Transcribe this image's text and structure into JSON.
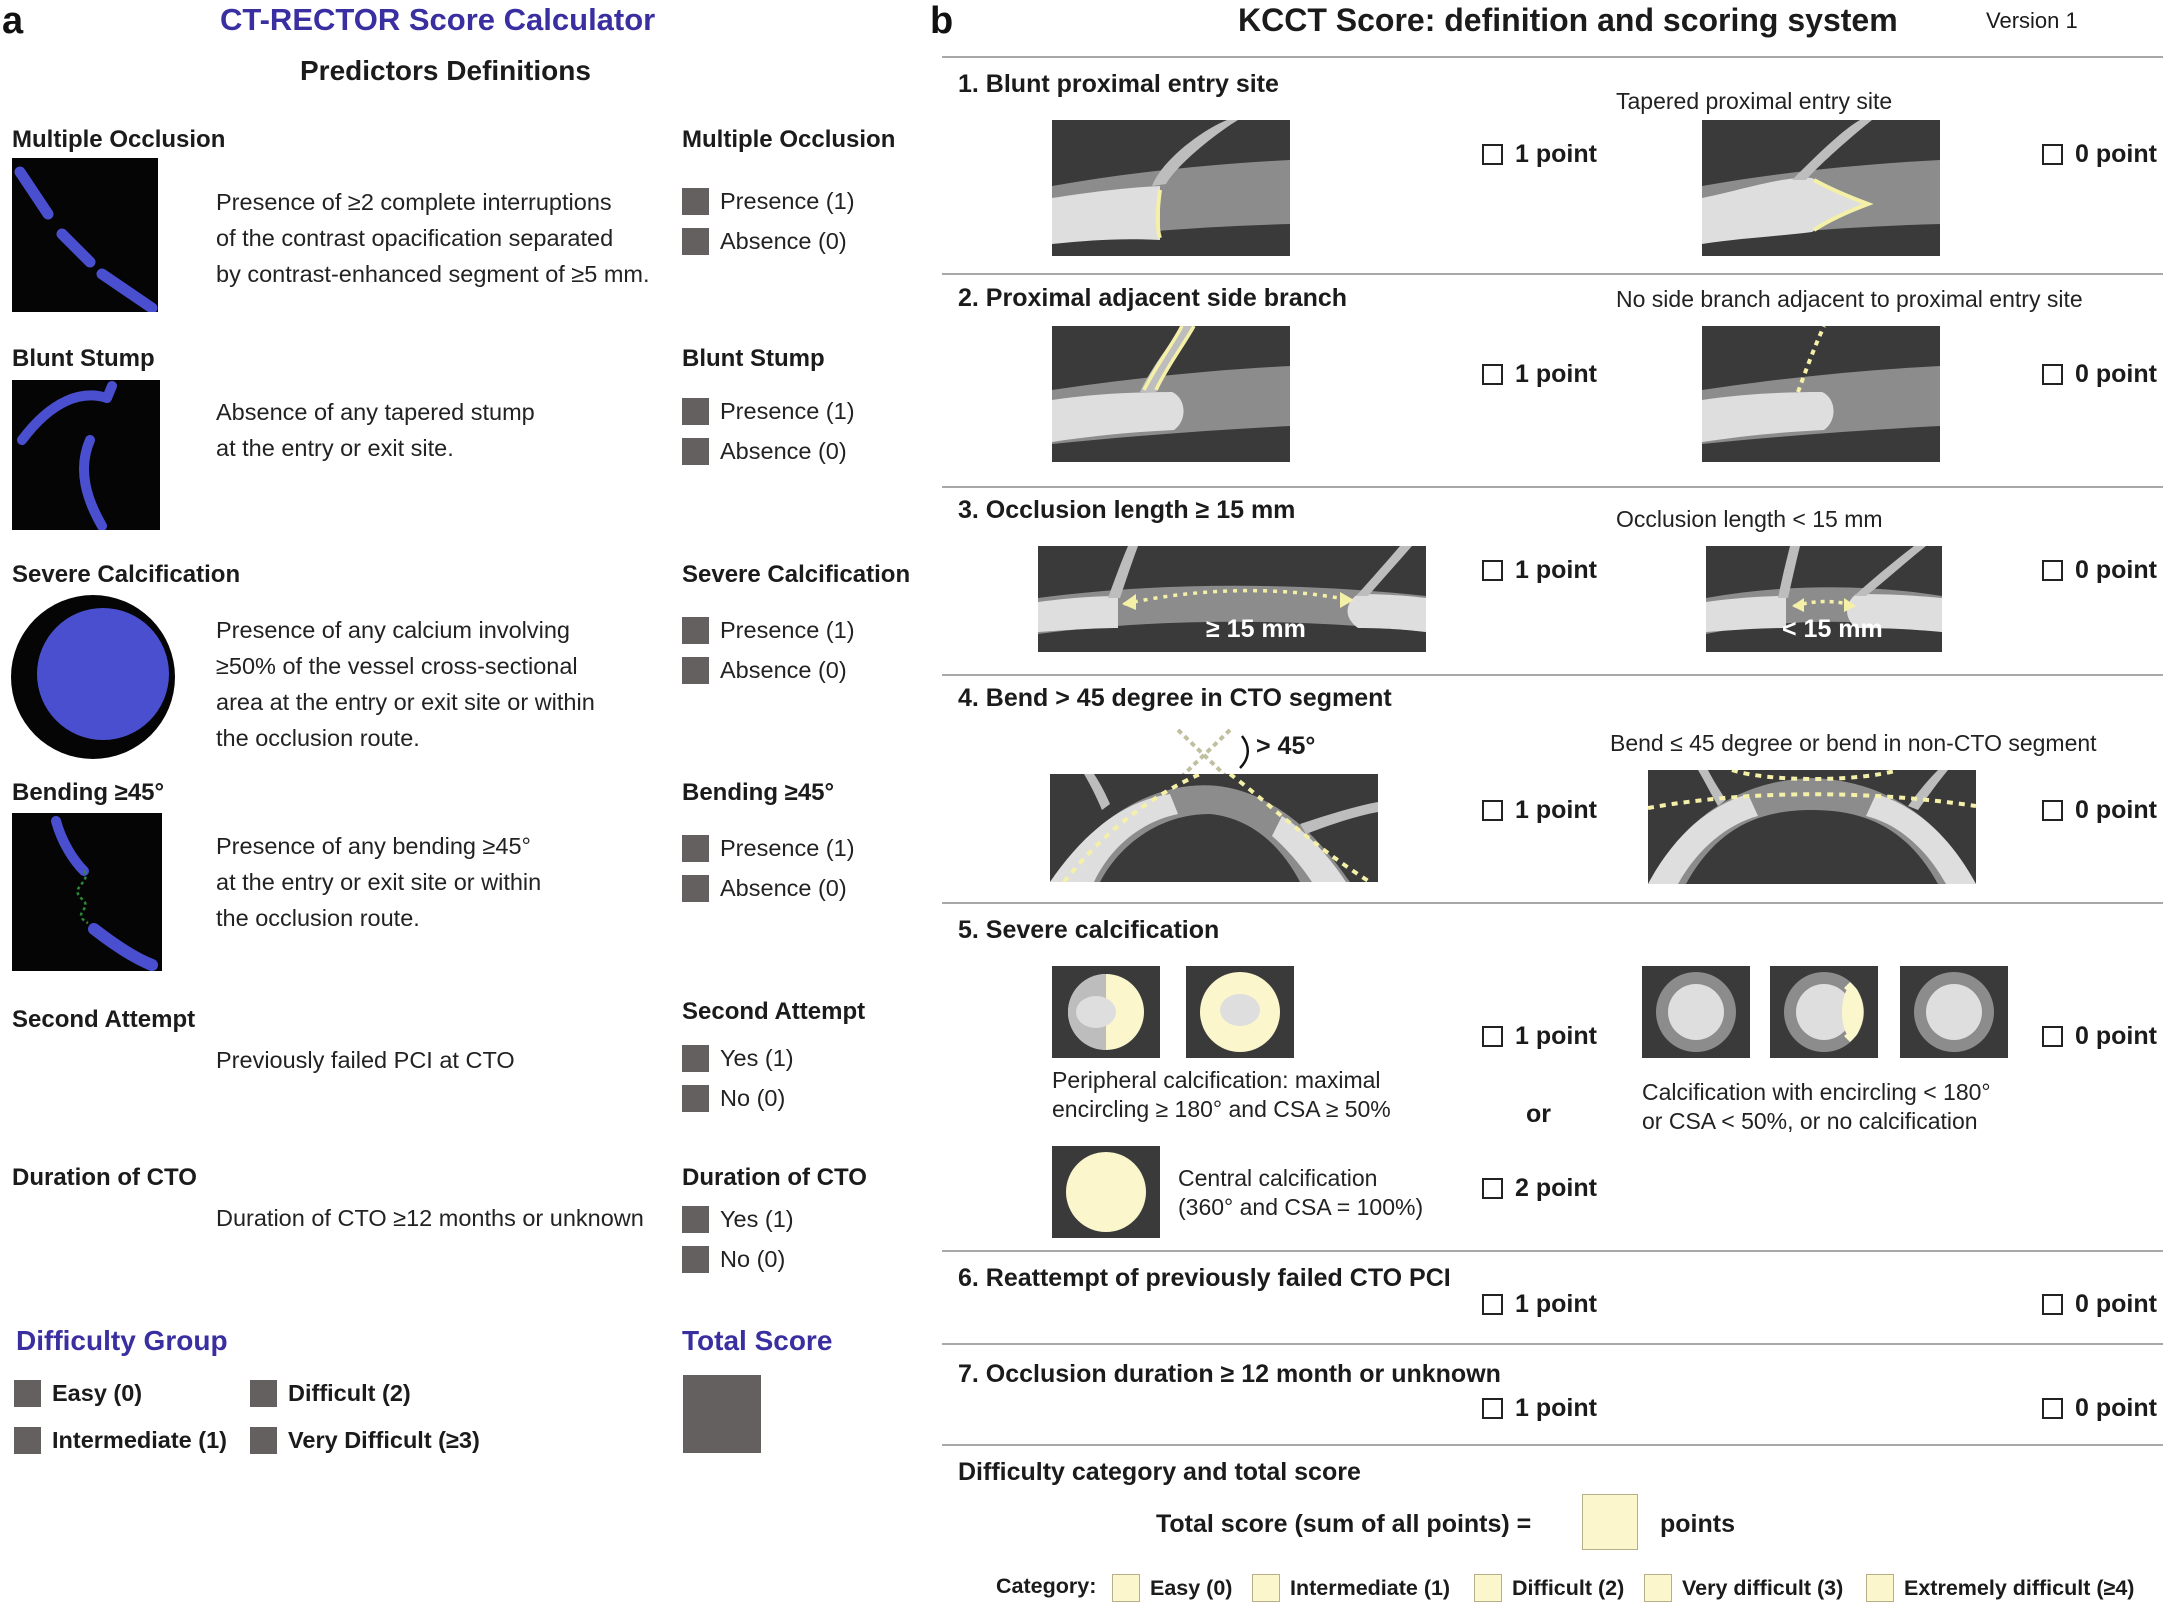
{
  "panel_a": {
    "letter": "a",
    "title": "CT-RECTOR Score Calculator",
    "subtitle": "Predictors Definitions",
    "predictors": [
      {
        "name": "Multiple Occlusion",
        "desc_lines": [
          "Presence of ≥2 complete interruptions",
          "of the contrast opacification separated",
          "by contrast-enhanced segment of ≥5 mm."
        ],
        "options_title": "Multiple Occlusion",
        "options": [
          "Presence (1)",
          "Absence (0)"
        ]
      },
      {
        "name": "Blunt Stump",
        "desc_lines": [
          "Absence of any tapered stump",
          "at the entry or exit site."
        ],
        "options_title": "Blunt Stump",
        "options": [
          "Presence (1)",
          "Absence (0)"
        ]
      },
      {
        "name": "Severe Calcification",
        "desc_lines": [
          "Presence of any calcium involving",
          "≥50% of the vessel cross-sectional",
          "area at the entry or exit site or within",
          "the occlusion route."
        ],
        "options_title": "Severe Calcification",
        "options": [
          "Presence (1)",
          "Absence (0)"
        ]
      },
      {
        "name": "Bending ≥45°",
        "desc_lines": [
          "Presence of any bending ≥45°",
          "at the entry or exit site or within",
          "the occlusion route."
        ],
        "options_title": "Bending ≥45°",
        "options": [
          "Presence (1)",
          "Absence (0)"
        ]
      },
      {
        "name": "Second Attempt",
        "desc_lines": [
          "Previously failed PCI at CTO"
        ],
        "options_title": "Second Attempt",
        "options": [
          "Yes (1)",
          "No (0)"
        ]
      },
      {
        "name": "Duration of CTO",
        "desc_lines": [
          "Duration of CTO ≥12 months or unknown"
        ],
        "options_title": "Duration of CTO",
        "options": [
          "Yes (1)",
          "No (0)"
        ]
      }
    ],
    "difficulty_group": {
      "title": "Difficulty Group",
      "items": [
        "Easy (0)",
        "Difficult (2)",
        "Intermediate (1)",
        "Very Difficult (≥3)"
      ]
    },
    "total_score_title": "Total Score"
  },
  "panel_b": {
    "letter": "b",
    "title": "KCCT Score: definition and scoring system",
    "version": "Version 1",
    "criteria": [
      {
        "title": "1. Blunt proximal entry site",
        "alt_title": "Tapered proximal entry site",
        "point_yes": "1 point",
        "point_no": "0 point"
      },
      {
        "title": "2. Proximal adjacent side branch",
        "alt_title": "No side branch adjacent to proximal entry site",
        "point_yes": "1 point",
        "point_no": "0 point"
      },
      {
        "title": "3. Occlusion length ≥ 15 mm",
        "alt_title": "Occlusion length < 15 mm",
        "point_yes": "1 point",
        "point_no": "0 point",
        "label_yes": "≥ 15 mm",
        "label_no": "< 15 mm"
      },
      {
        "title": "4. Bend > 45 degree in CTO segment",
        "alt_title": "Bend ≤ 45 degree or bend in non-CTO segment",
        "point_yes": "1 point",
        "point_no": "0 point",
        "angle_label": "> 45°"
      },
      {
        "title": "5. Severe calcification",
        "point_yes": "1 point",
        "point_no": "0 point",
        "point_two": "2 point",
        "or": "or",
        "cap_peripheral": [
          "Peripheral calcification: maximal",
          "encircling ≥ 180° and CSA ≥ 50%"
        ],
        "cap_central": [
          "Central calcification",
          "(360° and CSA = 100%)"
        ],
        "cap_no": [
          "Calcification with encircling < 180°",
          "or CSA < 50%, or no calcification"
        ]
      },
      {
        "title": "6. Reattempt of previously failed CTO PCI",
        "point_yes": "1 point",
        "point_no": "0 point"
      },
      {
        "title": "7. Occlusion duration ≥ 12 month or unknown",
        "point_yes": "1 point",
        "point_no": "0 point"
      }
    ],
    "summary": {
      "title": "Difficulty category and total score",
      "total_label": "Total score (sum of all points)  =",
      "points_label": "points",
      "category_label": "Category:",
      "categories": [
        "Easy  (0)",
        "Intermediate  (1)",
        "Difficult  (2)",
        "Very difficult  (3)",
        "Extremely difficult  (≥4)"
      ]
    }
  },
  "colors": {
    "accent_blue": "#3a2fa0",
    "score_square": "#646060",
    "vessel_blue": "#4a4fd0",
    "highlight_yellow": "#fbf6cc"
  }
}
